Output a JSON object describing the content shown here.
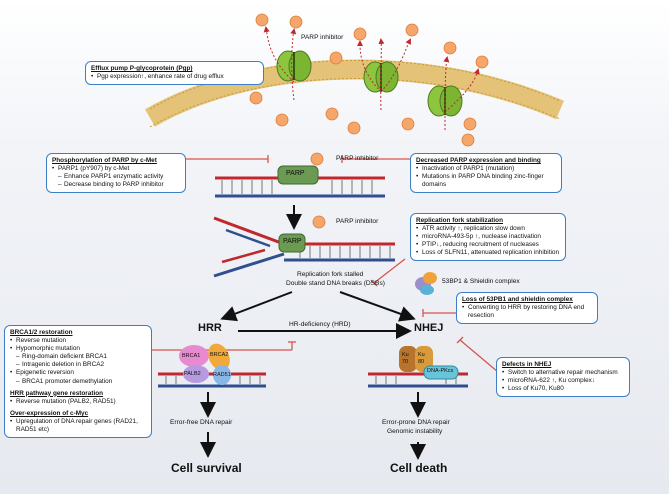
{
  "labels": {
    "parp_inhibitor_top": "PARP inhibitor",
    "parp_inhibitor_mid": "PARP inhibitor",
    "parp_inhibitor_fork": "PARP inhibitor",
    "parp": "PARP",
    "stall_1": "Replication fork stalled",
    "stall_2": "Double stand DNA breaks (DSBs)",
    "bp53": "53BP1 & Shieldin complex",
    "hrr": "HRR",
    "nhej": "NHEJ",
    "hrd": "HR-deficiency (HRD)",
    "brca1": "BRCA1",
    "brca2": "BRCA2",
    "palb2": "PALB2",
    "rad51": "RAD51",
    "ku70": "Ku\n70",
    "ku80": "Ku\n80",
    "dnapkcs": "DNA-PKcs",
    "error_free": "Error-free DNA repair",
    "error_prone_1": "Error-prone DNA repair",
    "error_prone_2": "Genomic instability",
    "survival": "Cell survival",
    "death": "Cell death"
  },
  "boxes": {
    "efflux": {
      "title": "Efflux pump P-glycoprotein (Pgp)",
      "items": [
        "Pgp expression↑, enhance rate of drug efflux"
      ]
    },
    "phos": {
      "title": "Phosphorylation of PARP by c-Met",
      "items": [
        "PARP1 (pY907) by c-Met"
      ],
      "subs": [
        "Enhance PARP1 enzymatic activity",
        "Decrease binding to PARP inhibitor"
      ]
    },
    "decreased": {
      "title": "Decreased PARP expression and binding",
      "items": [
        "Inactivation of PARP1 (mutation)",
        "Mutations in PARP DNA binding zinc-finger domains"
      ]
    },
    "fork": {
      "title": "Replication fork stabilization",
      "items": [
        "ATR activity ↑, replication slow down",
        "microRNA-493-5p ↑, nuclease inactivation",
        "PTIP↓, reducing recruitment of nucleases",
        "Loss of SLFN11, attenuated replication inhibition"
      ]
    },
    "loss53": {
      "title": "Loss of 53PB1 and shieldin complex",
      "items": [
        "Converting to HRR by restoring DNA end resection"
      ]
    },
    "brca": {
      "title": "BRCA1/2 restoration",
      "item1": "Reverse mutation",
      "item2": "Hypomorphic mutation",
      "sub1": "Ring-domain deficient BRCA1",
      "sub2": "Intragenic deletion in BRCA2",
      "item3": "Epigenetic reversion",
      "sub3": "BRCA1 promoter demethylation",
      "title2": "HRR pathway gene restoration",
      "item4": "Reverse mutation (PALB2, RAD51)",
      "title3": "Over-expression of c-Myc",
      "item5": "Upregulation of DNA repair genes (RAD21, RAD51 etc)"
    },
    "nhej_defects": {
      "title": "Defects in NHEJ",
      "items": [
        "Switch to alternative repair mechanism",
        "microRNA-622 ↑, Ku complex↓",
        "Loss of Ku70, Ku80"
      ]
    }
  },
  "colors": {
    "box_border": "#3d7fc6",
    "inhibit": "#d9534f",
    "dna_red": "#c0282e",
    "dna_blue": "#2f4f8f",
    "drug": "#f5a66b",
    "pump": "#8cc63f",
    "parp": "#6b9a52"
  }
}
